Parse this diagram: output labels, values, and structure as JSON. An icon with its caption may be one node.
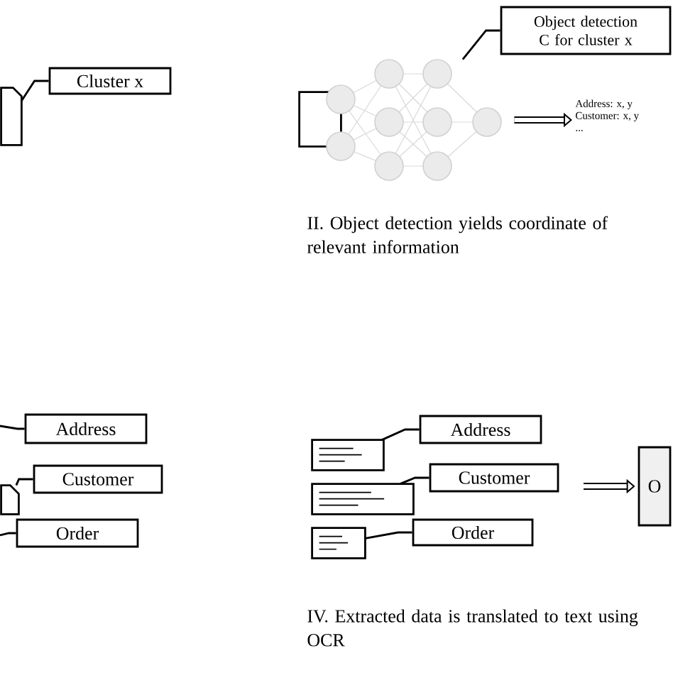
{
  "diagram": {
    "nodes": [
      {
        "text": [
          "Cluster x"
        ]
      },
      {
        "text": [],
        "shape": "document"
      },
      {
        "text": [
          "Object detection C for cluster x"
        ]
      },
      {
        "text": [],
        "shape": "document"
      },
      {
        "text": [],
        "shape": "picture"
      },
      {
        "text": [
          "Address:   x, y",
          "Customer:  x, y",
          "..."
        ]
      },
      {
        "text": [
          "Address"
        ]
      },
      {
        "text": [
          "Customer"
        ]
      },
      {
        "text": [
          "Order"
        ]
      },
      {
        "text": [],
        "shape": "document"
      },
      {
        "text": [],
        "shape": "box"
      },
      {
        "text": [],
        "shape": "box"
      },
      {
        "text": [],
        "shape": "box"
      },
      {
        "text": [
          "Address"
        ]
      },
      {
        "text": [
          "Customer"
        ]
      },
      {
        "text": [
          "Order"
        ]
      },
      {
        "text": [
          "O"
        ]
      }
    ],
    "edges": [
      {
        "from": 0,
        "to": 1,
        "arrow": "none"
      },
      {
        "from": 2,
        "to": 4,
        "arrow": "none"
      },
      {
        "from": 4,
        "to": 5,
        "arrow": "to",
        "style": "thick"
      },
      {
        "from": 6,
        "to": null,
        "arrow": "none"
      },
      {
        "from": 7,
        "to": 9,
        "arrow": "none"
      },
      {
        "from": 8,
        "to": null,
        "arrow": "none"
      },
      {
        "from": 13,
        "to": 10,
        "arrow": "none"
      },
      {
        "from": 14,
        "to": 11,
        "arrow": "none"
      },
      {
        "from": 15,
        "to": 12,
        "arrow": "none"
      },
      {
        "from": null,
        "to": 16,
        "arrow": "to",
        "style": "thick"
      }
    ],
    "labels": [
      "II. Object detection yields coordinate of relevant information",
      "IV. Extracted data is translated to text using OCR"
    ]
  }
}
